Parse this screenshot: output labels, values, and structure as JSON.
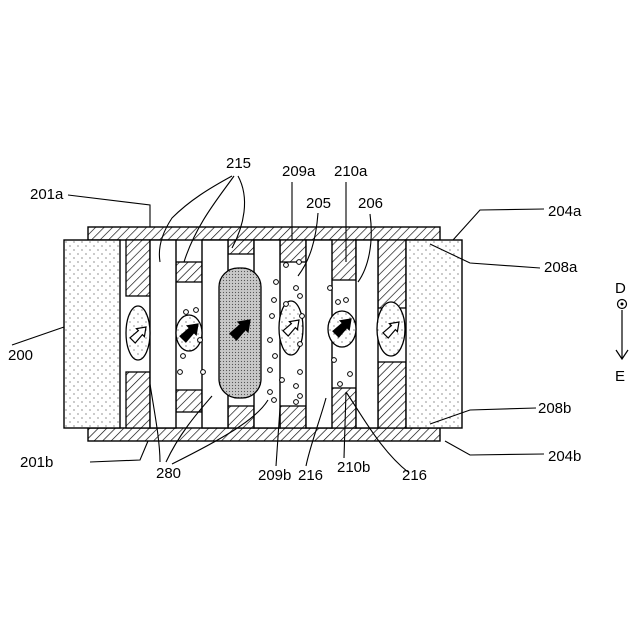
{
  "labels": {
    "l200": "200",
    "l201a": "201a",
    "l201b": "201b",
    "l204a": "204a",
    "l204b": "204b",
    "l205": "205",
    "l206": "206",
    "l208a": "208a",
    "l208b": "208b",
    "l209a": "209a",
    "l209b": "209b",
    "l210a": "210a",
    "l210b": "210b",
    "l215": "215",
    "l216a": "216",
    "l216b": "216",
    "l280": "280"
  },
  "direction": {
    "top": "D",
    "bottom": "E"
  },
  "colors": {
    "line": "#000000",
    "background": "#ffffff"
  }
}
